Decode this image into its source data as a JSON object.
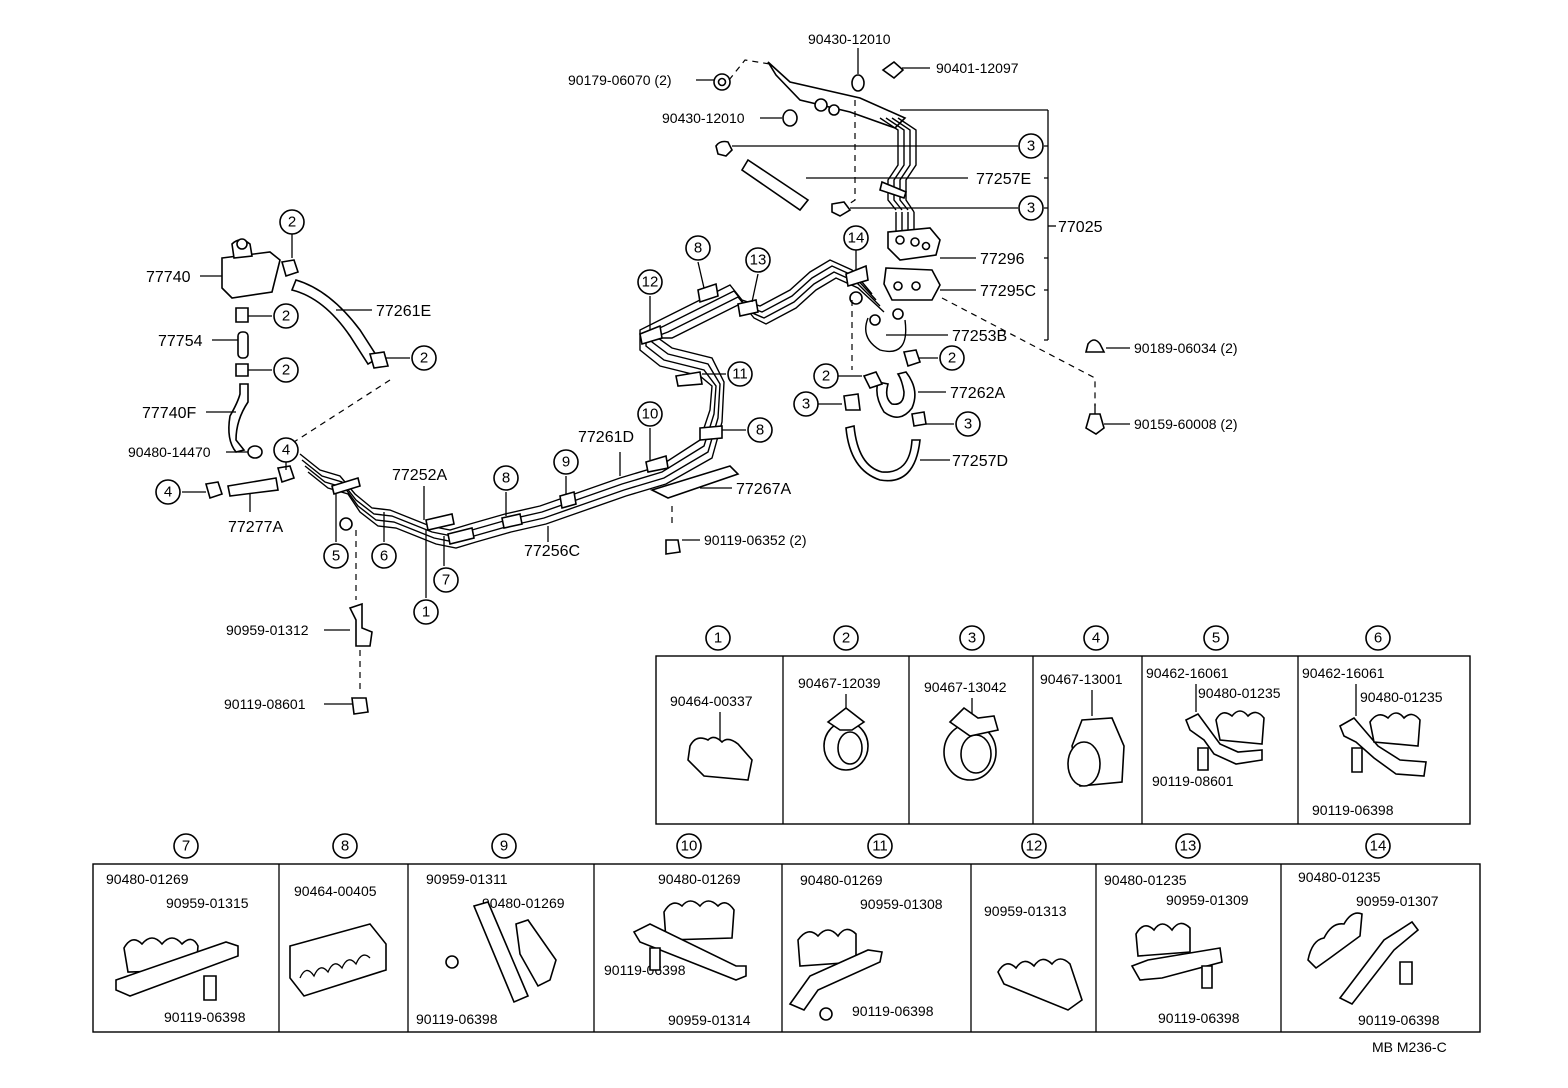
{
  "diagram_code": "MB  M236-C",
  "main_labels": {
    "l_90430_12010_a": "90430-12010",
    "l_90179": "90179-06070 (2)",
    "l_90401": "90401-12097",
    "l_90430_12010_b": "90430-12010",
    "l_77257E": "77257E",
    "l_77025": "77025",
    "l_77296": "77296",
    "l_77295C": "77295C",
    "l_77253B": "77253B",
    "l_90189": "90189-06034 (2)",
    "l_77262A": "77262A",
    "l_90159": "90159-60008 (2)",
    "l_77257D": "77257D",
    "l_77740": "77740",
    "l_77261E": "77261E",
    "l_77754": "77754",
    "l_77740F": "77740F",
    "l_90480_14470": "90480-14470",
    "l_77277A": "77277A",
    "l_77252A": "77252A",
    "l_77261D": "77261D",
    "l_77267A": "77267A",
    "l_77256C": "77256C",
    "l_90119_06352": "90119-06352 (2)",
    "l_90959_01312": "90959-01312",
    "l_90119_08601": "90119-08601"
  },
  "callouts": {
    "c2": "2",
    "c3": "3",
    "c4": "4",
    "c5": "5",
    "c6": "6",
    "c7": "7",
    "c8": "8",
    "c9": "9",
    "c10": "10",
    "c11": "11",
    "c12": "12",
    "c13": "13",
    "c14": "14",
    "c1": "1"
  },
  "clamp_details": {
    "d1": {
      "num": "1",
      "parts": [
        "90464-00337"
      ]
    },
    "d2": {
      "num": "2",
      "parts": [
        "90467-12039"
      ]
    },
    "d3": {
      "num": "3",
      "parts": [
        "90467-13042"
      ]
    },
    "d4": {
      "num": "4",
      "parts": [
        "90467-13001"
      ]
    },
    "d5": {
      "num": "5",
      "parts": [
        "90462-16061",
        "90480-01235",
        "90119-08601"
      ]
    },
    "d6": {
      "num": "6",
      "parts": [
        "90462-16061",
        "90480-01235",
        "90119-06398"
      ]
    },
    "d7": {
      "num": "7",
      "parts": [
        "90480-01269",
        "90959-01315",
        "90119-06398"
      ]
    },
    "d8": {
      "num": "8",
      "parts": [
        "90464-00405"
      ]
    },
    "d9": {
      "num": "9",
      "parts": [
        "90959-01311",
        "90480-01269",
        "90119-06398"
      ]
    },
    "d10": {
      "num": "10",
      "parts": [
        "90480-01269",
        "90119-06398",
        "90959-01314"
      ]
    },
    "d11": {
      "num": "11",
      "parts": [
        "90480-01269",
        "90959-01308",
        "90119-06398"
      ]
    },
    "d12": {
      "num": "12",
      "parts": [
        "90959-01313"
      ]
    },
    "d13": {
      "num": "13",
      "parts": [
        "90480-01235",
        "90959-01309",
        "90119-06398"
      ]
    },
    "d14": {
      "num": "14",
      "parts": [
        "90480-01235",
        "90959-01307",
        "90119-06398"
      ]
    }
  }
}
